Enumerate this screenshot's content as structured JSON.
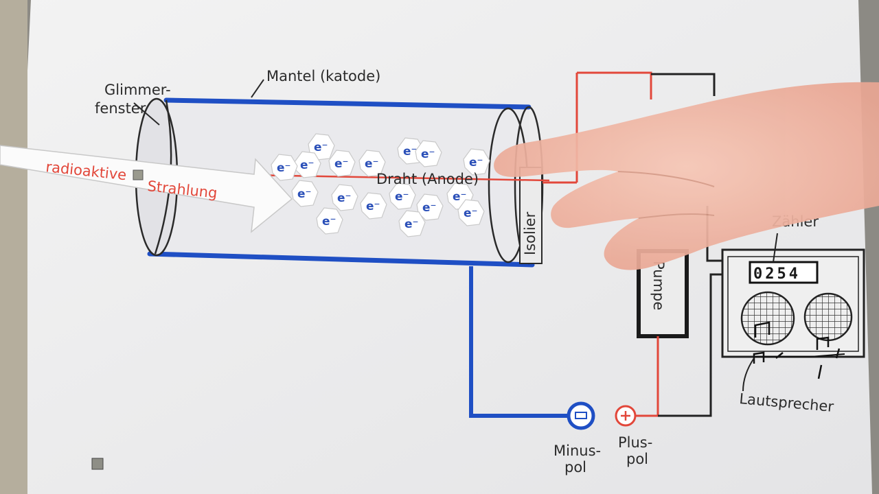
{
  "diagram": {
    "labels": {
      "mica_window_line1": "Glimmer-",
      "mica_window_line2": "fenster",
      "mantle": "Mantel (katode)",
      "radiation_word1": "radioaktive",
      "radiation_word2": "Strahlung",
      "wire": "Draht (Anode)",
      "insulator": "Isolier",
      "pump": "Pumpe",
      "counter": "Zähler",
      "counter_value": "0254",
      "speakers": "Lautsprecher",
      "minus_line1": "Minus-",
      "minus_line2": "pol",
      "plus_line1": "Plus-",
      "plus_line2": "pol",
      "electron": "e⁻"
    },
    "colors": {
      "cathode_blue": "#1f4fc4",
      "anode_red": "#e2473a",
      "ink": "#222222",
      "paper": "#efefef"
    }
  }
}
